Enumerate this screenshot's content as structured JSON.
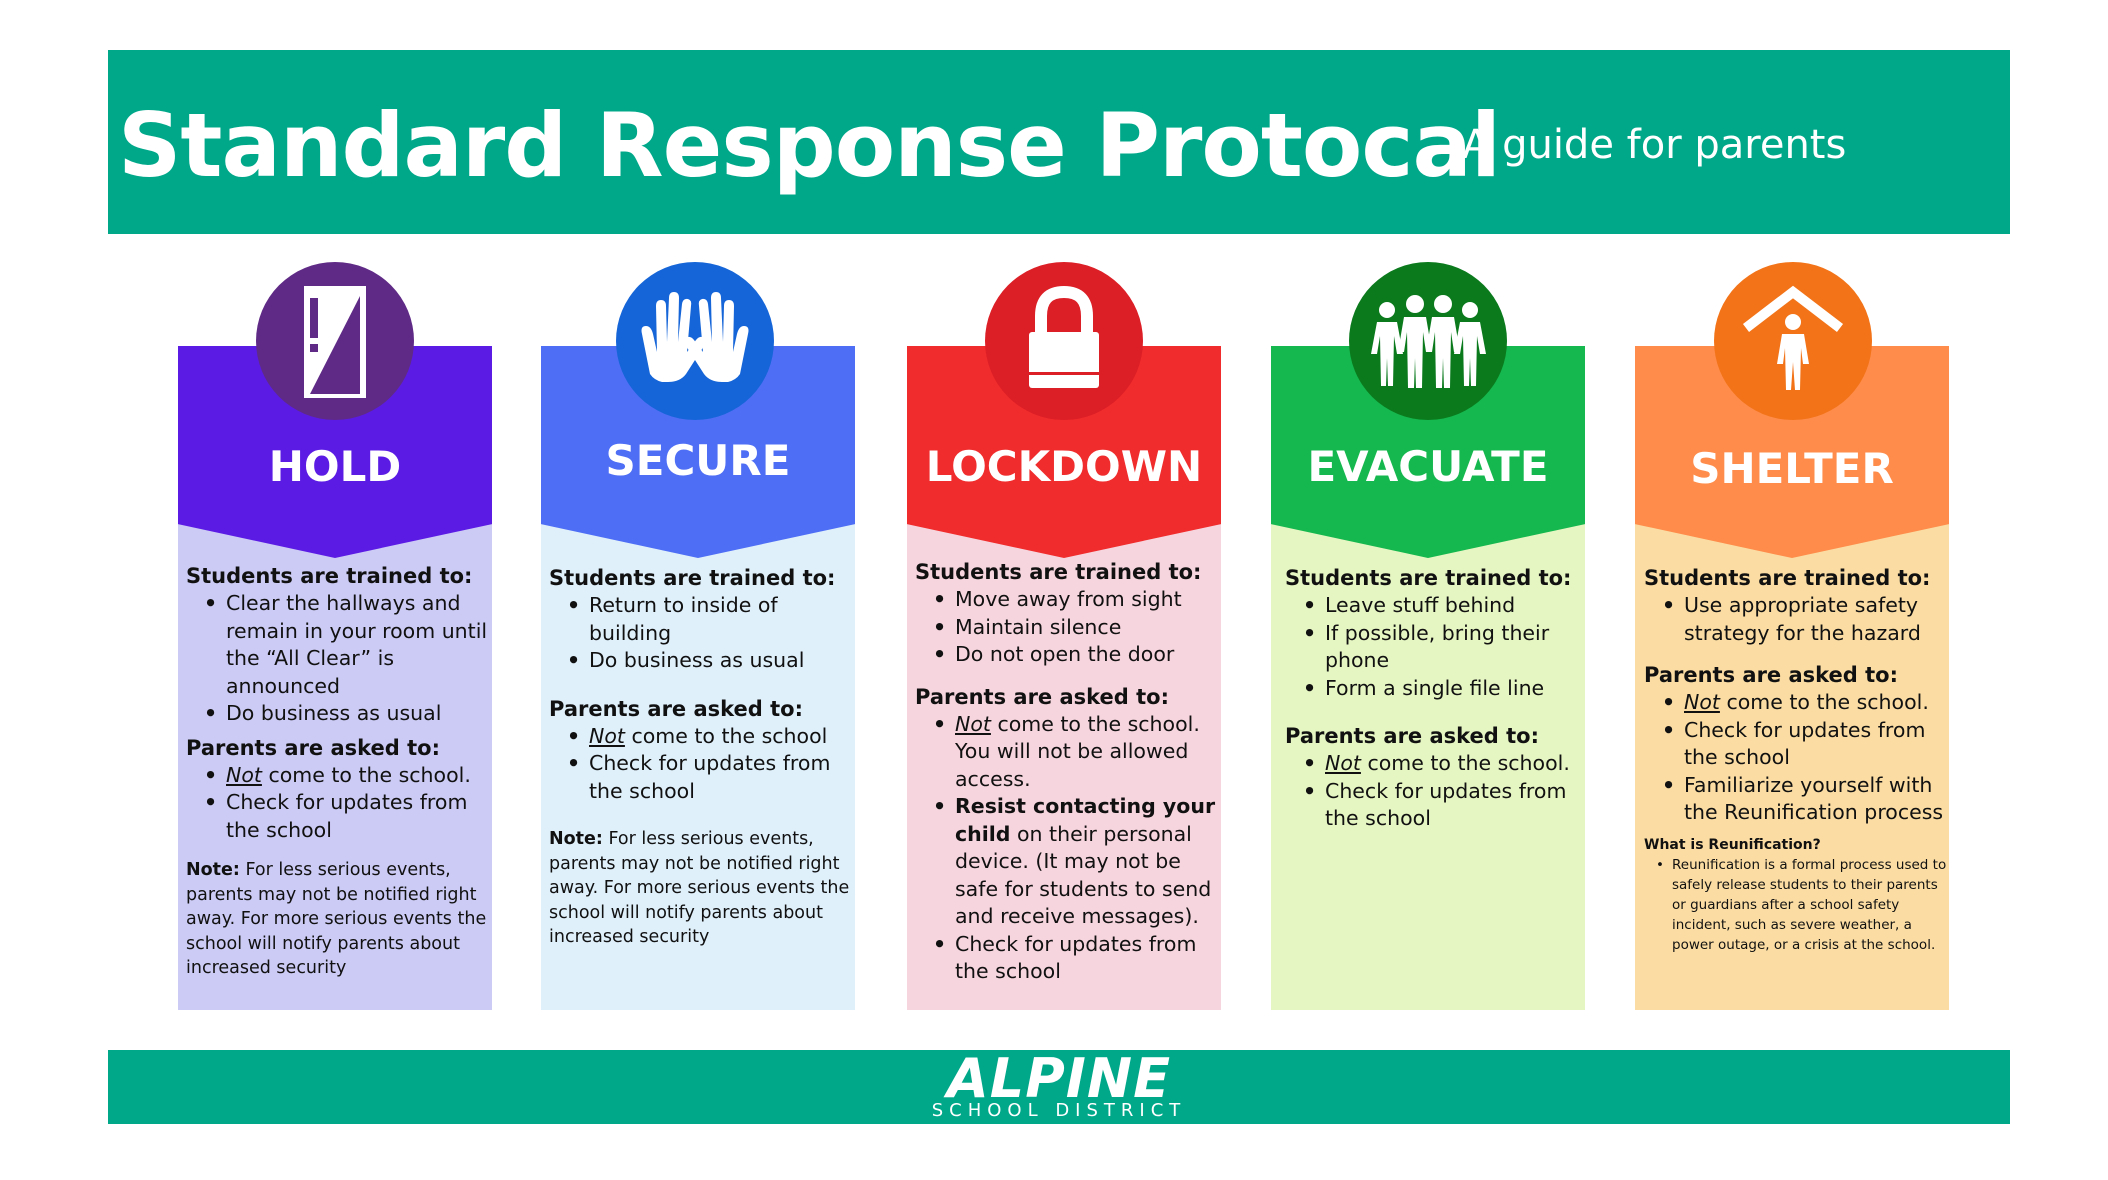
{
  "header": {
    "title": "Standard Response Protocal",
    "subtitle": "A guide for parents"
  },
  "colors": {
    "banner": "#00a88a",
    "hold": "#5b1be5",
    "hold_circle": "#5f2a86",
    "hold_body": "#cccbf5",
    "secure": "#4e6ef5",
    "secure_circle": "#1565d8",
    "secure_body": "#dff0fb",
    "lockdown": "#f02c2c",
    "lockdown_circle": "#dc1e26",
    "lockdown_body": "#f7d5de",
    "evacuate": "#15b84e",
    "evacuate_circle": "#0a7a1d",
    "evacuate_body": "#e6f6c2",
    "shelter": "#ff8c4a",
    "shelter_circle": "#f27318",
    "shelter_body": "#fbdda3"
  },
  "cards": {
    "hold": {
      "name": "HOLD",
      "icon": "door-icon",
      "students_heading": "Students are trained to:",
      "students": [
        "Clear the hallways and remain in your room until the “All Clear” is announced",
        "Do business as usual"
      ],
      "parents_heading": "Parents are asked to:",
      "parents_1_em": "Not",
      "parents_1_rest": " come to the school.",
      "parents_2": "Check for updates from the school",
      "note_label": "Note:",
      "note_text": " For less serious events, parents may not be notified right away. For more serious events the school will notify parents about increased security"
    },
    "secure": {
      "name": "SECURE",
      "icon": "raised-hands-icon",
      "students_heading": "Students are trained to:",
      "students": [
        "Return to inside of building",
        "Do business as usual"
      ],
      "parents_heading": "Parents are asked to:",
      "parents_1_em": "Not",
      "parents_1_rest": " come to the school",
      "parents_2": "Check for updates from the school",
      "note_label": "Note:",
      "note_text": " For less serious events, parents may not be notified right away. For more serious events the school will notify parents about increased security"
    },
    "lockdown": {
      "name": "LOCKDOWN",
      "icon": "padlock-icon",
      "students_heading": "Students are trained to:",
      "students": [
        "Move away from sight",
        "Maintain silence",
        "Do not open the door"
      ],
      "parents_heading": "Parents are asked to:",
      "parents_1_em": "Not",
      "parents_1_rest": " come to the school. You will not be allowed access.",
      "parents_2_bold": "Resist contacting your child",
      "parents_2_rest": " on their personal device. (It may not be safe for students to send and receive messages).",
      "parents_3": "Check for updates from the school"
    },
    "evacuate": {
      "name": "EVACUATE",
      "icon": "people-line-icon",
      "students_heading": "Students are trained to:",
      "students": [
        "Leave stuff behind",
        "If possible, bring their phone",
        "Form a single file line"
      ],
      "parents_heading": "Parents are asked to:",
      "parents_1_em": "Not",
      "parents_1_rest": " come to the school.",
      "parents_2": "Check for updates from the school"
    },
    "shelter": {
      "name": "SHELTER",
      "icon": "person-shelter-icon",
      "students_heading": "Students are trained to:",
      "students": [
        "Use appropriate safety strategy for the hazard"
      ],
      "parents_heading": "Parents are asked to:",
      "parents_1_em": "Not",
      "parents_1_rest": " come to the school.",
      "parents_2": "Check for updates from the school",
      "parents_3": "Familiarize yourself with the Reunification process",
      "reun_heading": "What is Reunification?",
      "reun_text": "Reunification is a formal process used to safely release students to their parents or guardians after a school safety incident, such as severe weather, a power outage, or a crisis at the school."
    }
  },
  "footer": {
    "logo_main": "ALPINE",
    "logo_sub": "SCHOOL DISTRICT"
  }
}
